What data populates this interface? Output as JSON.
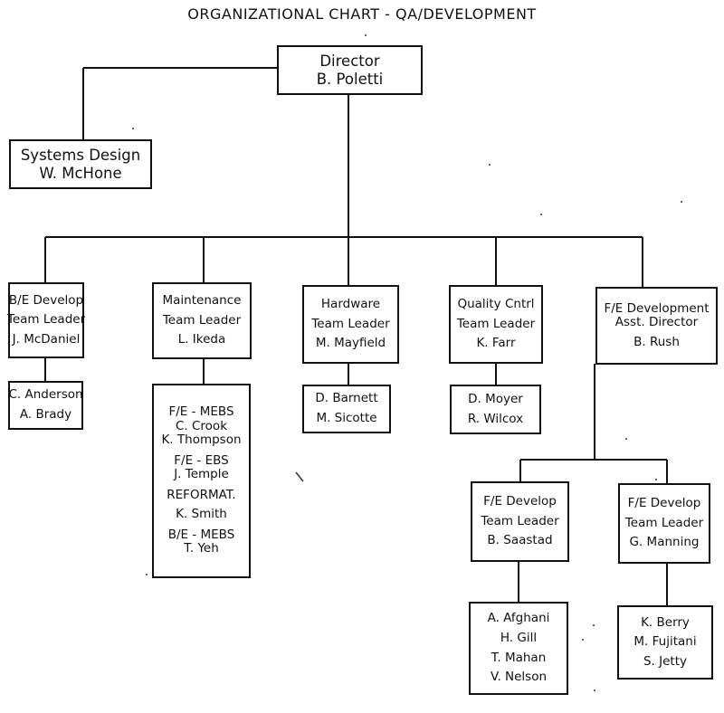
{
  "title": "ORGANIZATIONAL CHART - QA/DEVELOPMENT",
  "director": {
    "role": "Director",
    "name": "B. Poletti"
  },
  "systems_design": {
    "role": "Systems Design",
    "name": "W. McHone"
  },
  "be_develop": {
    "line1": "B/E Develop",
    "line2": "Team Leader",
    "name": "J. McDaniel",
    "members": [
      "C. Anderson",
      "A. Brady"
    ]
  },
  "maintenance": {
    "line1": "Maintenance",
    "line2": "Team Leader",
    "name": "L. Ikeda",
    "g1_head": "F/E - MEBS",
    "g1_a": "C. Crook",
    "g1_b": "K. Thompson",
    "g2_head": "F/E - EBS",
    "g2_a": "J. Temple",
    "g3_head": "REFORMAT.",
    "g3_a": "K. Smith",
    "g4_head": "B/E - MEBS",
    "g4_a": "T. Yeh"
  },
  "hardware": {
    "line1": "Hardware",
    "line2": "Team Leader",
    "name": "M. Mayfield",
    "members": [
      "D. Barnett",
      "M. Sicotte"
    ]
  },
  "quality": {
    "line1": "Quality Cntrl",
    "line2": "Team Leader",
    "name": "K. Farr",
    "members": [
      "D. Moyer",
      "R. Wilcox"
    ]
  },
  "fe_development": {
    "line1": "F/E Development",
    "line2": "Asst. Director",
    "name": "B. Rush"
  },
  "fe_saastad": {
    "line1": "F/E Develop",
    "line2": "Team Leader",
    "name": "B. Saastad",
    "members": [
      "A. Afghani",
      "H. Gill",
      "T. Mahan",
      "V. Nelson"
    ]
  },
  "fe_manning": {
    "line1": "F/E Develop",
    "line2": "Team Leader",
    "name": "G. Manning",
    "members": [
      "K. Berry",
      "M. Fujitani",
      "S. Jetty"
    ]
  }
}
